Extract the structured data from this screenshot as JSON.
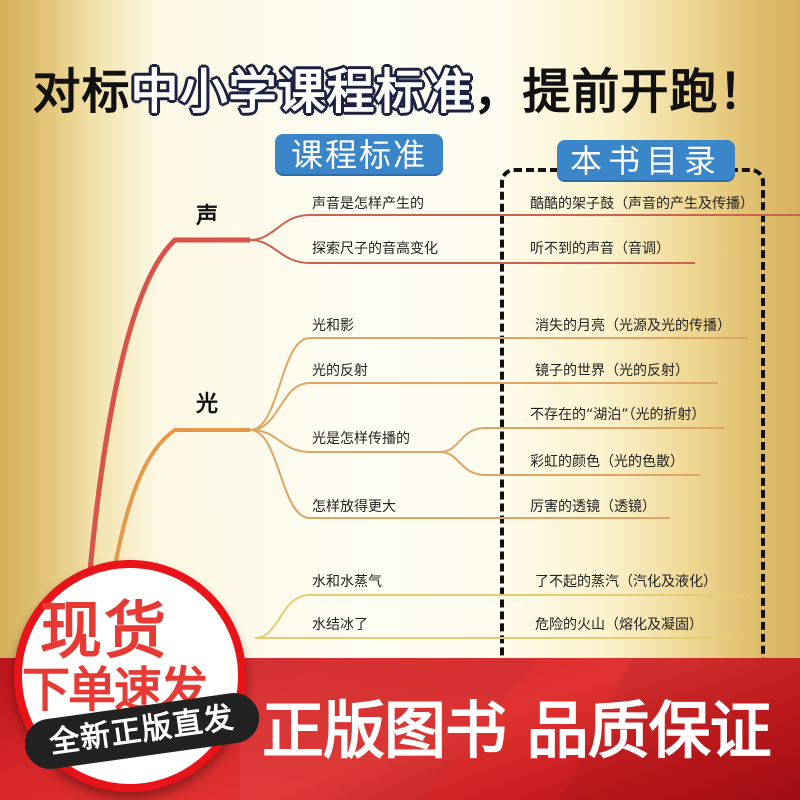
{
  "headline": {
    "part1": "对标",
    "part2": "中小学课程标准",
    "part3": "，提前开跑！"
  },
  "columns": {
    "standard_label": "课程标准",
    "book_label": "本书目录"
  },
  "categories": [
    {
      "name": "声",
      "color": "#d9534a",
      "rows": [
        {
          "standard": "声音是怎样产生的",
          "book": "酷酷的架子鼓（声音的产生及传播）"
        },
        {
          "standard": "探索尺子的音高变化",
          "book": "听不到的声音（音调）"
        }
      ]
    },
    {
      "name": "光",
      "color": "#e49a4a",
      "rows": [
        {
          "standard": "光和影",
          "book": "消失的月亮（光源及光的传播）"
        },
        {
          "standard": "光的反射",
          "book": "镜子的世界（光的反射）"
        },
        {
          "standard": "光是怎样传播的",
          "book": "不存在的“湖泊”（光的折射）"
        },
        {
          "standard": "",
          "book": "彩虹的颜色（光的色散）"
        },
        {
          "standard": "怎样放得更大",
          "book": "厉害的透镜（透镜）"
        }
      ]
    },
    {
      "name": "",
      "color": "#e6cc70",
      "rows": [
        {
          "standard": "水和水蒸气",
          "book": "了不起的蒸汽（汽化及液化）"
        },
        {
          "standard": "水结冰了",
          "book": "危险的火山（熔化及凝固）"
        }
      ]
    }
  ],
  "badge": {
    "line1": "现货",
    "line2": "下单速发",
    "ribbon": "全新正版直发"
  },
  "banner": {
    "text": "正版图书 品质保证"
  },
  "colors": {
    "pill_blue": "#3a86c8",
    "badge_red": "#e8141a",
    "banner_red": "#d8282a"
  }
}
